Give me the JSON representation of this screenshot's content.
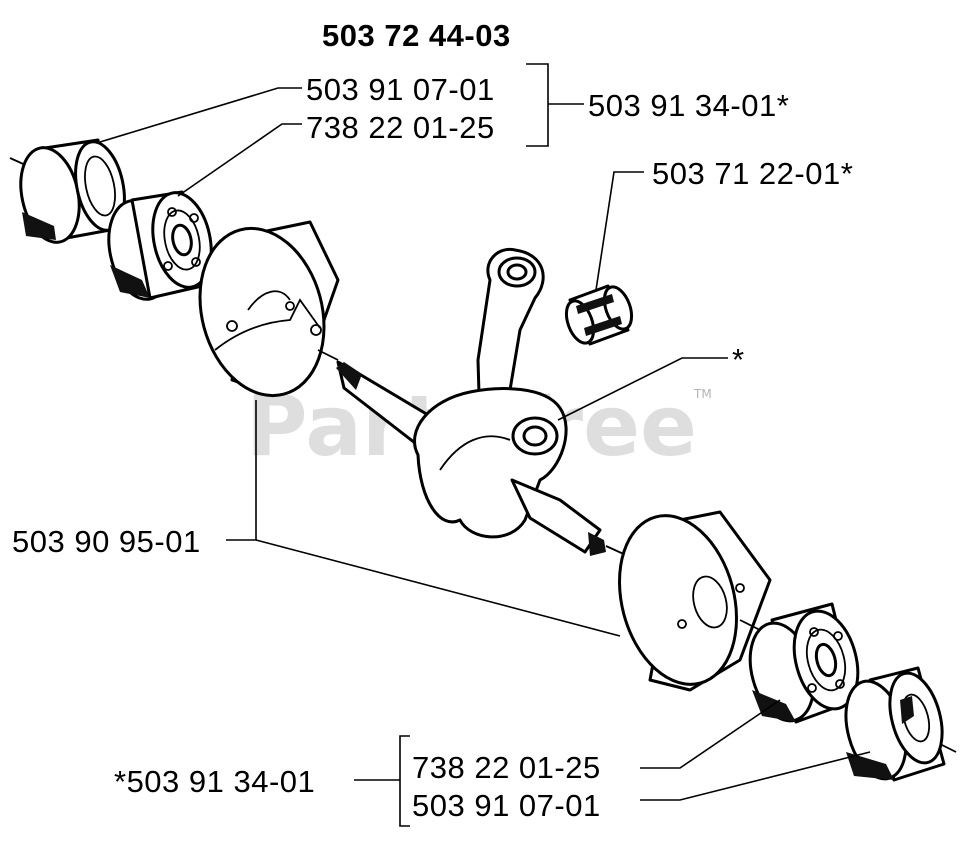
{
  "assembly_number": "503 72 44-03",
  "labels": {
    "bearing_seal_top": "503 91 07-01",
    "bearing_top": "738 22 01-25",
    "kit_top": "503 91 34-01*",
    "needle_bearing": "503 71 22-01*",
    "crankshaft_marker": "*",
    "flywheel_halves": "503 90 95-01",
    "kit_bottom": "*503 91 34-01",
    "bearing_bottom": "738 22 01-25",
    "bearing_seal_bottom": "503 91 07-01"
  },
  "watermark": {
    "text": "PartsTree",
    "tm": "TM"
  }
}
